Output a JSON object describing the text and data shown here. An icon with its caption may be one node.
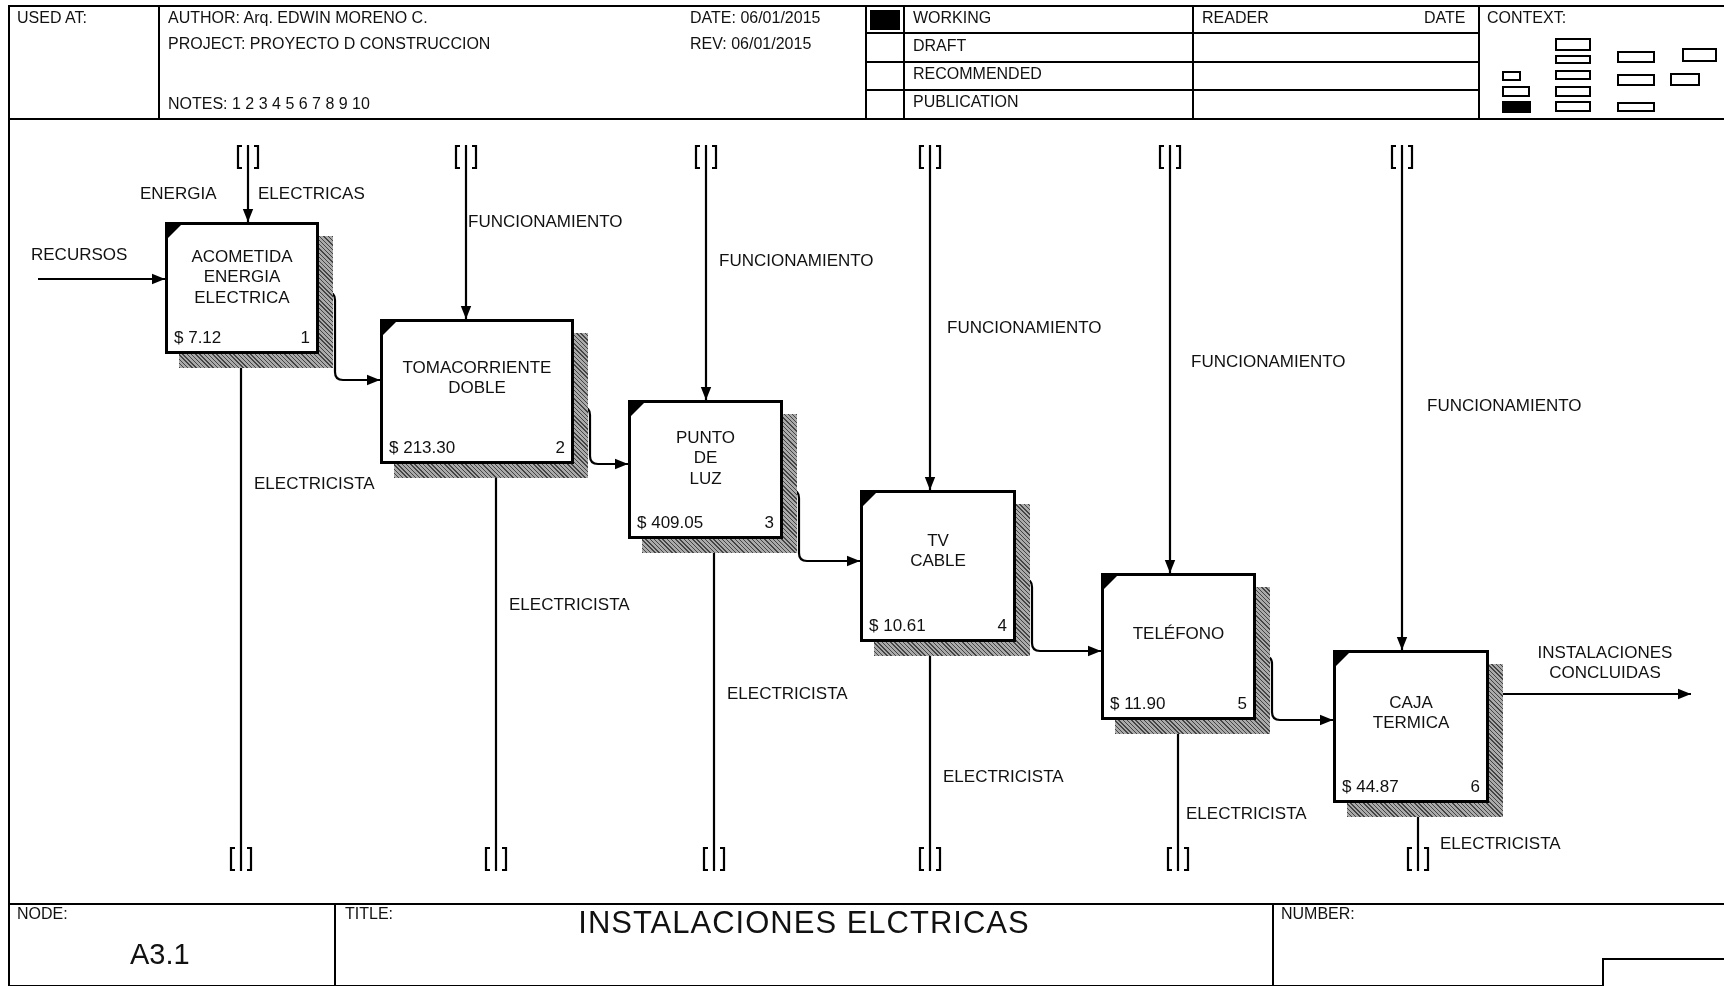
{
  "diagram": {
    "title": "INSTALACIONES ELCTRICAS",
    "nodes": [
      {
        "text": [
          "ACOMETIDA ENERGIA ELECTRICA",
          "$ 7.12",
          "1"
        ]
      },
      {
        "text": [
          "TOMACORRIENTE DOBLE",
          "$ 213.30",
          "2"
        ]
      },
      {
        "text": [
          "PUNTO DE LUZ",
          "$ 409.05",
          "3"
        ]
      },
      {
        "text": [
          "TV CABLE",
          "$ 10.61",
          "4"
        ]
      },
      {
        "text": [
          "TELÉFONO",
          "$ 11.90",
          "5"
        ]
      },
      {
        "text": [
          "CAJA TERMICA",
          "$ 44.87",
          "6"
        ]
      },
      {
        "text": [],
        "shape": "bracket"
      },
      {
        "text": [],
        "shape": "bracket"
      },
      {
        "text": [],
        "shape": "bracket"
      },
      {
        "text": [],
        "shape": "bracket"
      },
      {
        "text": [],
        "shape": "bracket"
      },
      {
        "text": [],
        "shape": "bracket"
      },
      {
        "text": [],
        "shape": "bracket"
      },
      {
        "text": [],
        "shape": "bracket"
      },
      {
        "text": [],
        "shape": "bracket"
      },
      {
        "text": [],
        "shape": "bracket"
      },
      {
        "text": [],
        "shape": "bracket"
      },
      {
        "text": [],
        "shape": "bracket"
      }
    ],
    "edges": [
      {
        "from": null,
        "to": 0,
        "arrow": "to",
        "label": "RECURSOS"
      },
      {
        "from": 6,
        "to": 0,
        "arrow": "to"
      },
      {
        "from": 12,
        "to": 0,
        "arrow": "to",
        "label": "ELECTRICISTA"
      },
      {
        "from": 0,
        "to": 1,
        "arrow": "to"
      },
      {
        "from": 7,
        "to": 1,
        "arrow": "to",
        "label": "FUNCIONAMIENTO"
      },
      {
        "from": 13,
        "to": 1,
        "arrow": "to",
        "label": "ELECTRICISTA"
      },
      {
        "from": 1,
        "to": 2,
        "arrow": "to"
      },
      {
        "from": 8,
        "to": 2,
        "arrow": "to",
        "label": "FUNCIONAMIENTO"
      },
      {
        "from": 14,
        "to": 2,
        "arrow": "to",
        "label": "ELECTRICISTA"
      },
      {
        "from": 2,
        "to": 3,
        "arrow": "to"
      },
      {
        "from": 9,
        "to": 3,
        "arrow": "to",
        "label": "FUNCIONAMIENTO"
      },
      {
        "from": 15,
        "to": 3,
        "arrow": "to",
        "label": "ELECTRICISTA"
      },
      {
        "from": 3,
        "to": 4,
        "arrow": "to"
      },
      {
        "from": 10,
        "to": 4,
        "arrow": "to",
        "label": "FUNCIONAMIENTO"
      },
      {
        "from": 16,
        "to": 4,
        "arrow": "to",
        "label": "ELECTRICISTA"
      },
      {
        "from": 4,
        "to": 5,
        "arrow": "to"
      },
      {
        "from": 11,
        "to": 5,
        "arrow": "to",
        "label": "FUNCIONAMIENTO"
      },
      {
        "from": 17,
        "to": 5,
        "arrow": "to",
        "label": "ELECTRICISTA"
      },
      {
        "from": 5,
        "to": null,
        "arrow": "to",
        "label": "INSTALACIONES CONCLUIDAS"
      }
    ],
    "labels": [
      "USED AT:",
      "AUTHOR: Arq. EDWIN MORENO C.",
      "DATE: 06/01/2015",
      "WORKING",
      "READER",
      "DATE",
      "CONTEXT:",
      "PROJECT: PROYECTO D CONSTRUCCION",
      "REV: 06/01/2015",
      "DRAFT",
      "RECOMMENDED",
      "NOTES: 1 2 3 4 5 6 7 8 9 10",
      "PUBLICATION",
      "ENERGIA",
      "ELECTRICAS",
      "NODE:",
      "A3.1",
      "TITLE:",
      "NUMBER:"
    ]
  }
}
